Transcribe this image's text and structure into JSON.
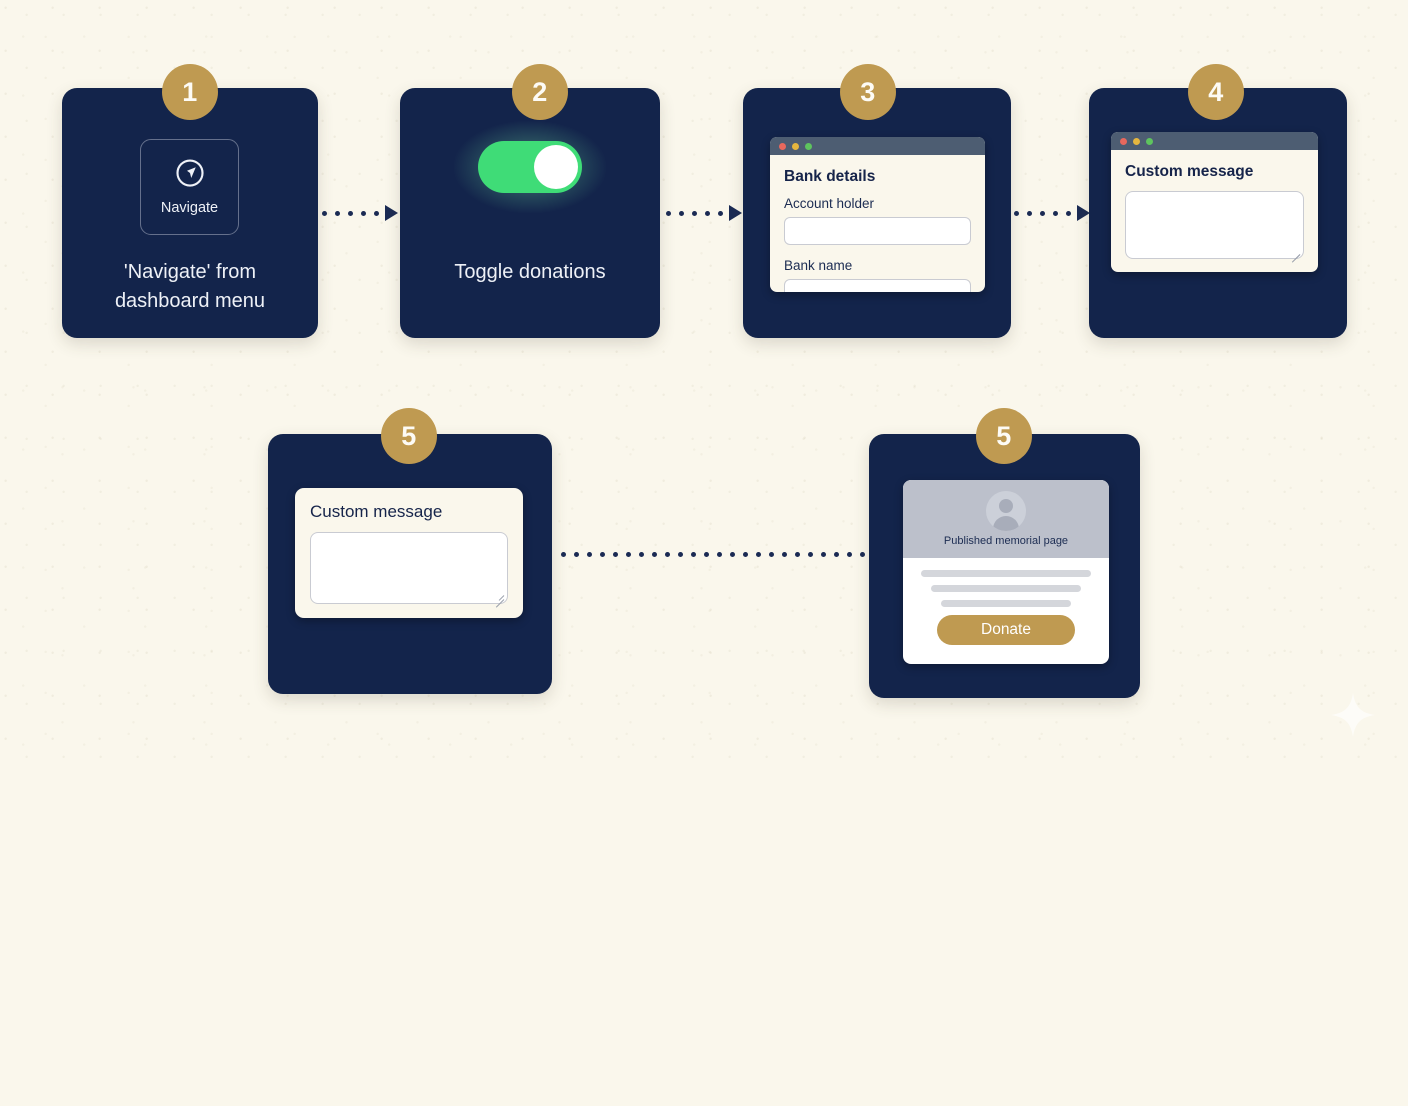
{
  "theme": {
    "background": "#faf7ec",
    "card": "#13244b",
    "badge_gold": "#bf9a51",
    "toggle_green": "#3fdc77",
    "arrow": "#1b2b54",
    "window_bar": "#4d5d72"
  },
  "steps": [
    {
      "badge": "1",
      "tile_label": "Navigate",
      "tile_icon": "navigate-compass-icon",
      "caption": "'Navigate' from\ndashboard menu",
      "caption_line1": "'Navigate' from",
      "caption_line2": "dashboard menu"
    },
    {
      "badge": "2",
      "caption": "Toggle donations",
      "toggle_state": "on"
    },
    {
      "badge": "3",
      "window": {
        "title": "Bank details",
        "fields": [
          {
            "label": "Account holder",
            "value": ""
          },
          {
            "label": "Bank name",
            "value": ""
          }
        ]
      }
    },
    {
      "badge": "4",
      "window": {
        "title": "Custom message",
        "textarea_value": ""
      }
    },
    {
      "badge": "5",
      "panel": {
        "title": "Custom message",
        "textarea_value": ""
      }
    },
    {
      "badge": "5",
      "memorial": {
        "caption": "Published memorial page",
        "avatar_icon": "user-avatar-icon",
        "donate_label": "Donate",
        "skeleton_widths": [
          170,
          150,
          130
        ]
      }
    }
  ],
  "window_controls": {
    "close": "close-dot",
    "minimize": "minimize-dot",
    "maximize": "maximize-dot"
  },
  "arrows": {
    "short_dot_count": 5,
    "long_dot_count": 26
  }
}
